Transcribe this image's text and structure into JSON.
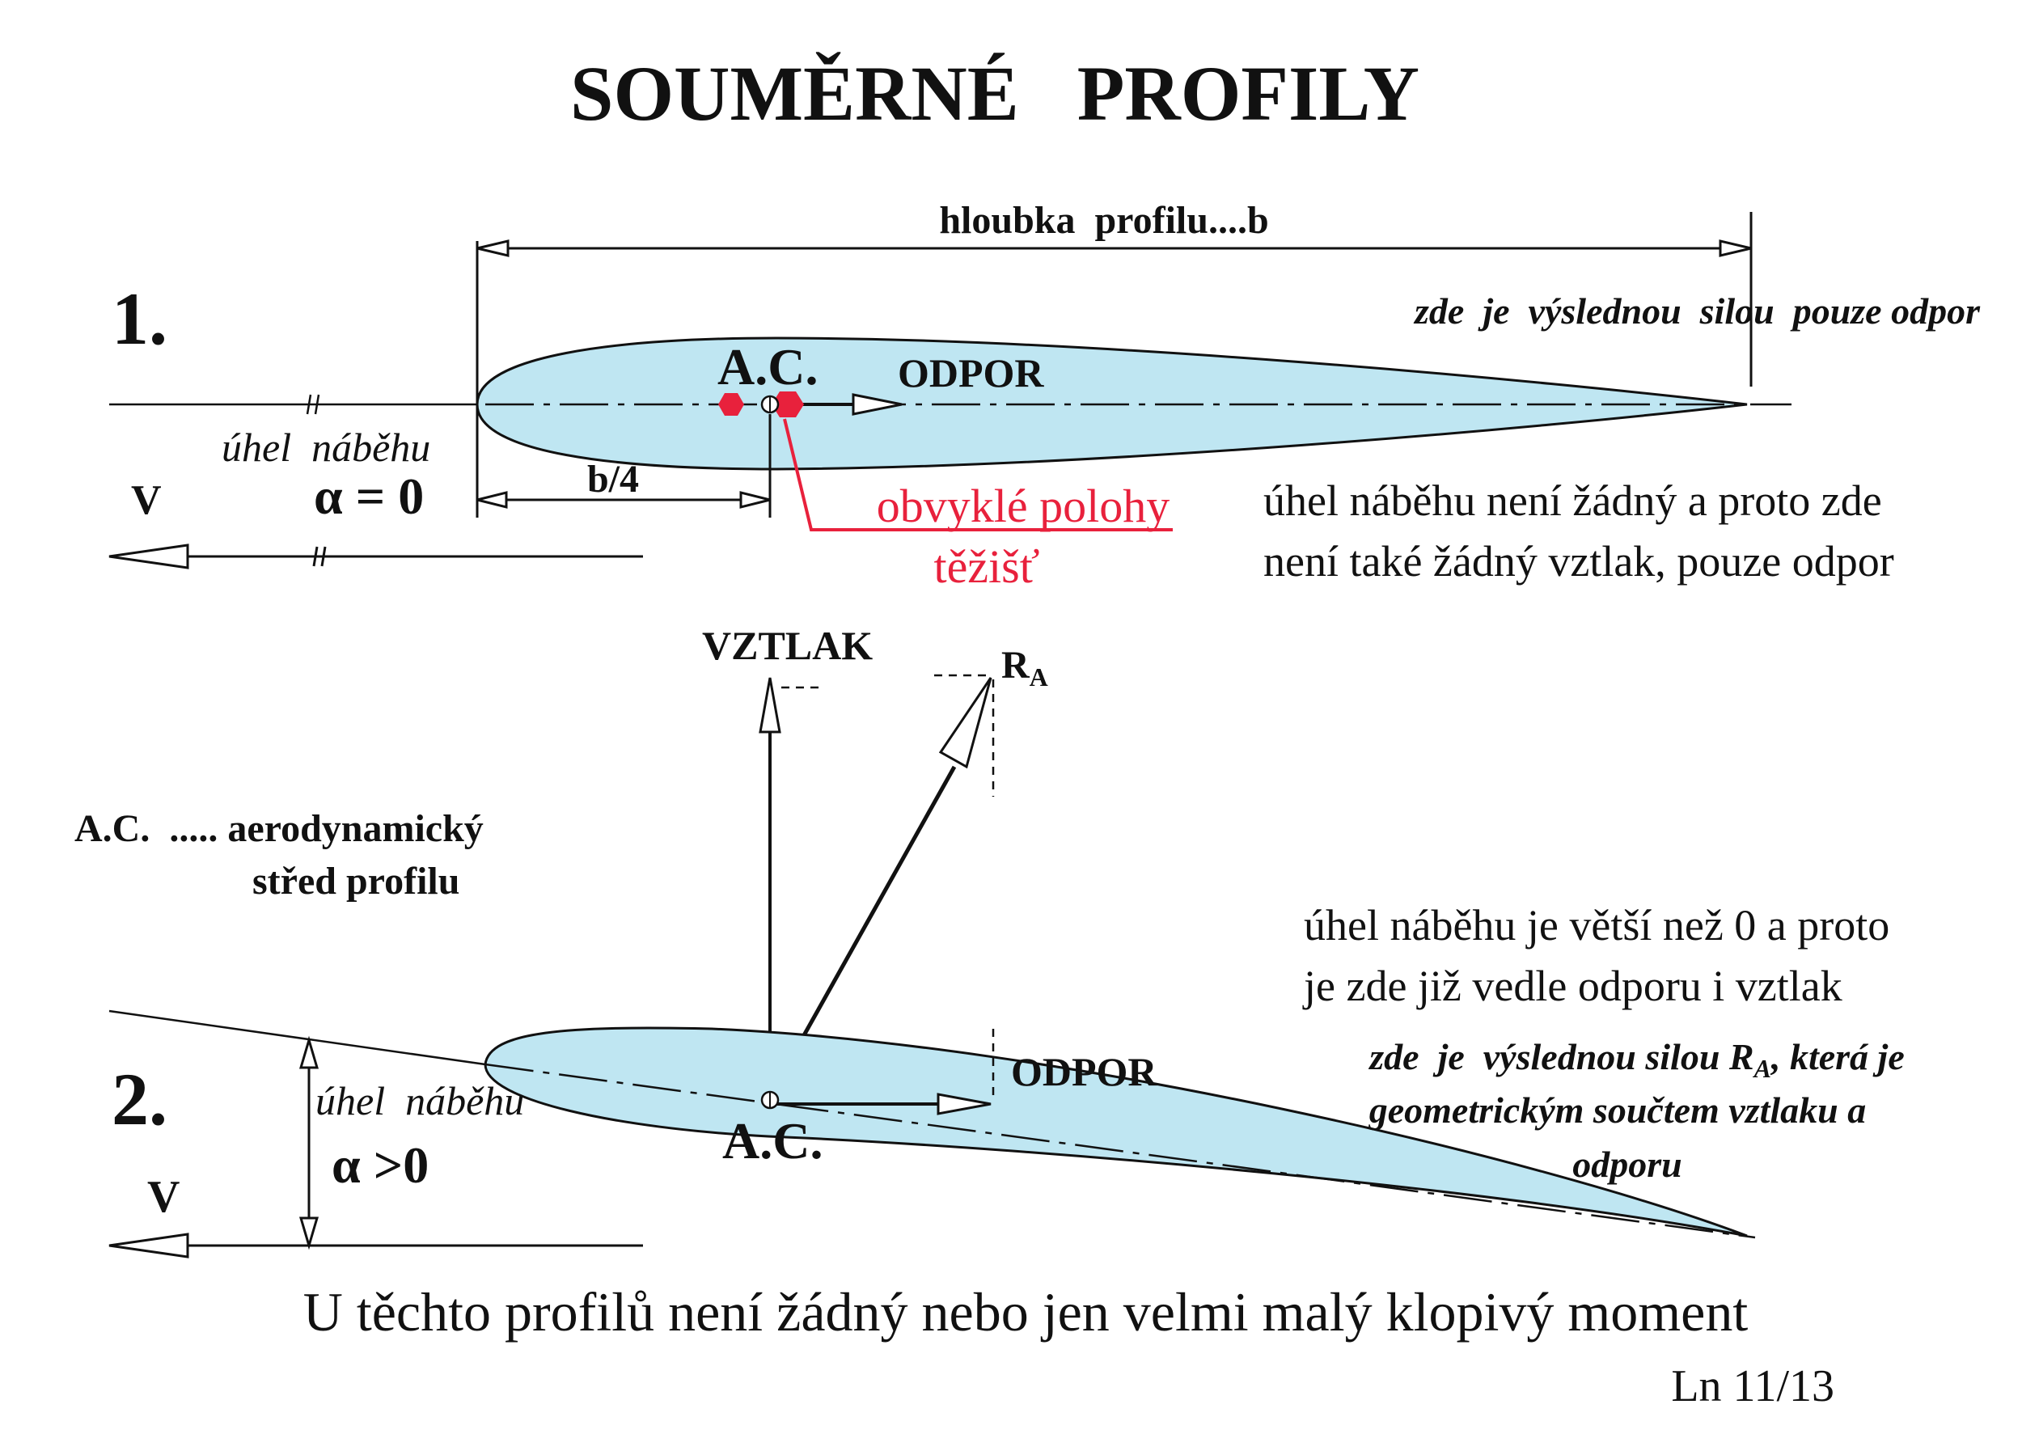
{
  "title": "SOUMĚRNÉ   PROFILY",
  "colors": {
    "profile_fill": "#bfe6f2",
    "ink": "#111111",
    "red": "#e8213c"
  },
  "section1": {
    "number": "1.",
    "chord_label": "hloubka  profilu....b",
    "note": "zde  je  výslednou  silou  pouze odpor",
    "ac_label": "A.C.",
    "drag_label": "ODPOR",
    "angle_label": "úhel  náběhu",
    "alpha_label": "α = 0",
    "velocity_label": "V",
    "quarter_label": "b/4",
    "cg_label_line1": "obvyklé polohy",
    "cg_label_line2": "těžišť",
    "desc_line1": "úhel náběhu není žádný a proto zde",
    "desc_line2": "není také žádný vztlak, pouze odpor"
  },
  "section2": {
    "number": "2.",
    "lift_label": "VZTLAK",
    "resultant_main": "R",
    "resultant_sub": "A",
    "ac_def_line1": "A.C.  ..... aerodynamický",
    "ac_def_line2": "střed profilu",
    "desc_line1": "úhel náběhu je větší než 0 a proto",
    "desc_line2": "je zde již vedle odporu i vztlak",
    "note_line1_pre": "zde  je  výslednou silou R",
    "note_line1_sub": "A",
    "note_line1_post": ", která je",
    "note_line2": "geometrickým součtem vztlaku a",
    "note_line3": "odporu",
    "drag_label": "ODPOR",
    "angle_label": "úhel  náběhu",
    "alpha_label": "α >0",
    "ac_label": "A.C.",
    "velocity_label": "V"
  },
  "footer": {
    "statement": "U těchto profilů není žádný nebo jen velmi malý klopivý moment",
    "page_ref": "Ln 11/13"
  }
}
